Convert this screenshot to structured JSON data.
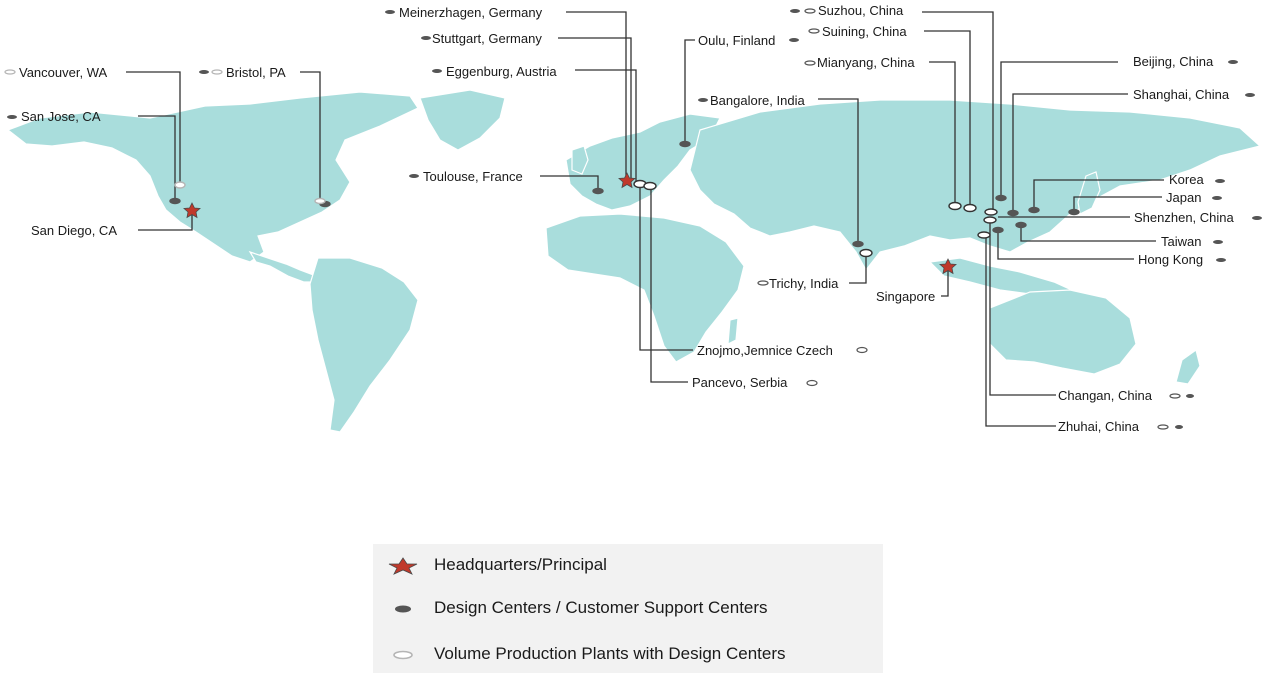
{
  "colors": {
    "land": "#a9dddc",
    "leader_line": "#333333",
    "design_marker": "#555555",
    "plant_marker": "#b5b5b5",
    "headquarters_star": "#c0392b",
    "legend_bg": "#f2f2f2"
  },
  "locations": [
    {
      "id": "vancouver",
      "label": "Vancouver, WA",
      "type": "plant"
    },
    {
      "id": "bristol",
      "label": "Bristol, PA",
      "type": "design+plant"
    },
    {
      "id": "san-jose",
      "label": "San Jose, CA",
      "type": "design"
    },
    {
      "id": "san-diego",
      "label": "San Diego, CA",
      "type": "headquarters"
    },
    {
      "id": "meinerzhagen",
      "label": "Meinerzhagen, Germany",
      "type": "design"
    },
    {
      "id": "stuttgart",
      "label": "Stuttgart, Germany",
      "type": "design"
    },
    {
      "id": "eggenburg",
      "label": "Eggenburg, Austria",
      "type": "design"
    },
    {
      "id": "toulouse",
      "label": "Toulouse, France",
      "type": "design"
    },
    {
      "id": "oulu",
      "label": "Oulu, Finland",
      "type": "design"
    },
    {
      "id": "bangalore",
      "label": "Bangalore, India",
      "type": "design"
    },
    {
      "id": "trichy",
      "label": "Trichy, India",
      "type": "plant"
    },
    {
      "id": "znojmo",
      "label": "Znojmo,Jemnice Czech",
      "type": "plant"
    },
    {
      "id": "pancevo",
      "label": "Pancevo, Serbia",
      "type": "plant"
    },
    {
      "id": "suzhou",
      "label": "Suzhou, China",
      "type": "design+plant"
    },
    {
      "id": "suining",
      "label": "Suining, China",
      "type": "plant"
    },
    {
      "id": "mianyang",
      "label": "Mianyang, China",
      "type": "plant"
    },
    {
      "id": "beijing",
      "label": "Beijing, China",
      "type": "design"
    },
    {
      "id": "shanghai",
      "label": "Shanghai, China",
      "type": "design"
    },
    {
      "id": "korea",
      "label": "Korea",
      "type": "design"
    },
    {
      "id": "japan",
      "label": "Japan",
      "type": "design"
    },
    {
      "id": "shenzhen",
      "label": "Shenzhen, China",
      "type": "design"
    },
    {
      "id": "taiwan",
      "label": "Taiwan",
      "type": "design"
    },
    {
      "id": "hong-kong",
      "label": "Hong Kong",
      "type": "design"
    },
    {
      "id": "singapore",
      "label": "Singapore",
      "type": "headquarters"
    },
    {
      "id": "changan",
      "label": "Changan, China",
      "type": "plant+design"
    },
    {
      "id": "zhuhai",
      "label": "Zhuhai, China",
      "type": "plant+design"
    }
  ],
  "legend": {
    "headquarters": "Headquarters/Principal",
    "design": "Design Centers / Customer Support Centers",
    "plant": "Volume Production Plants with Design Centers"
  }
}
